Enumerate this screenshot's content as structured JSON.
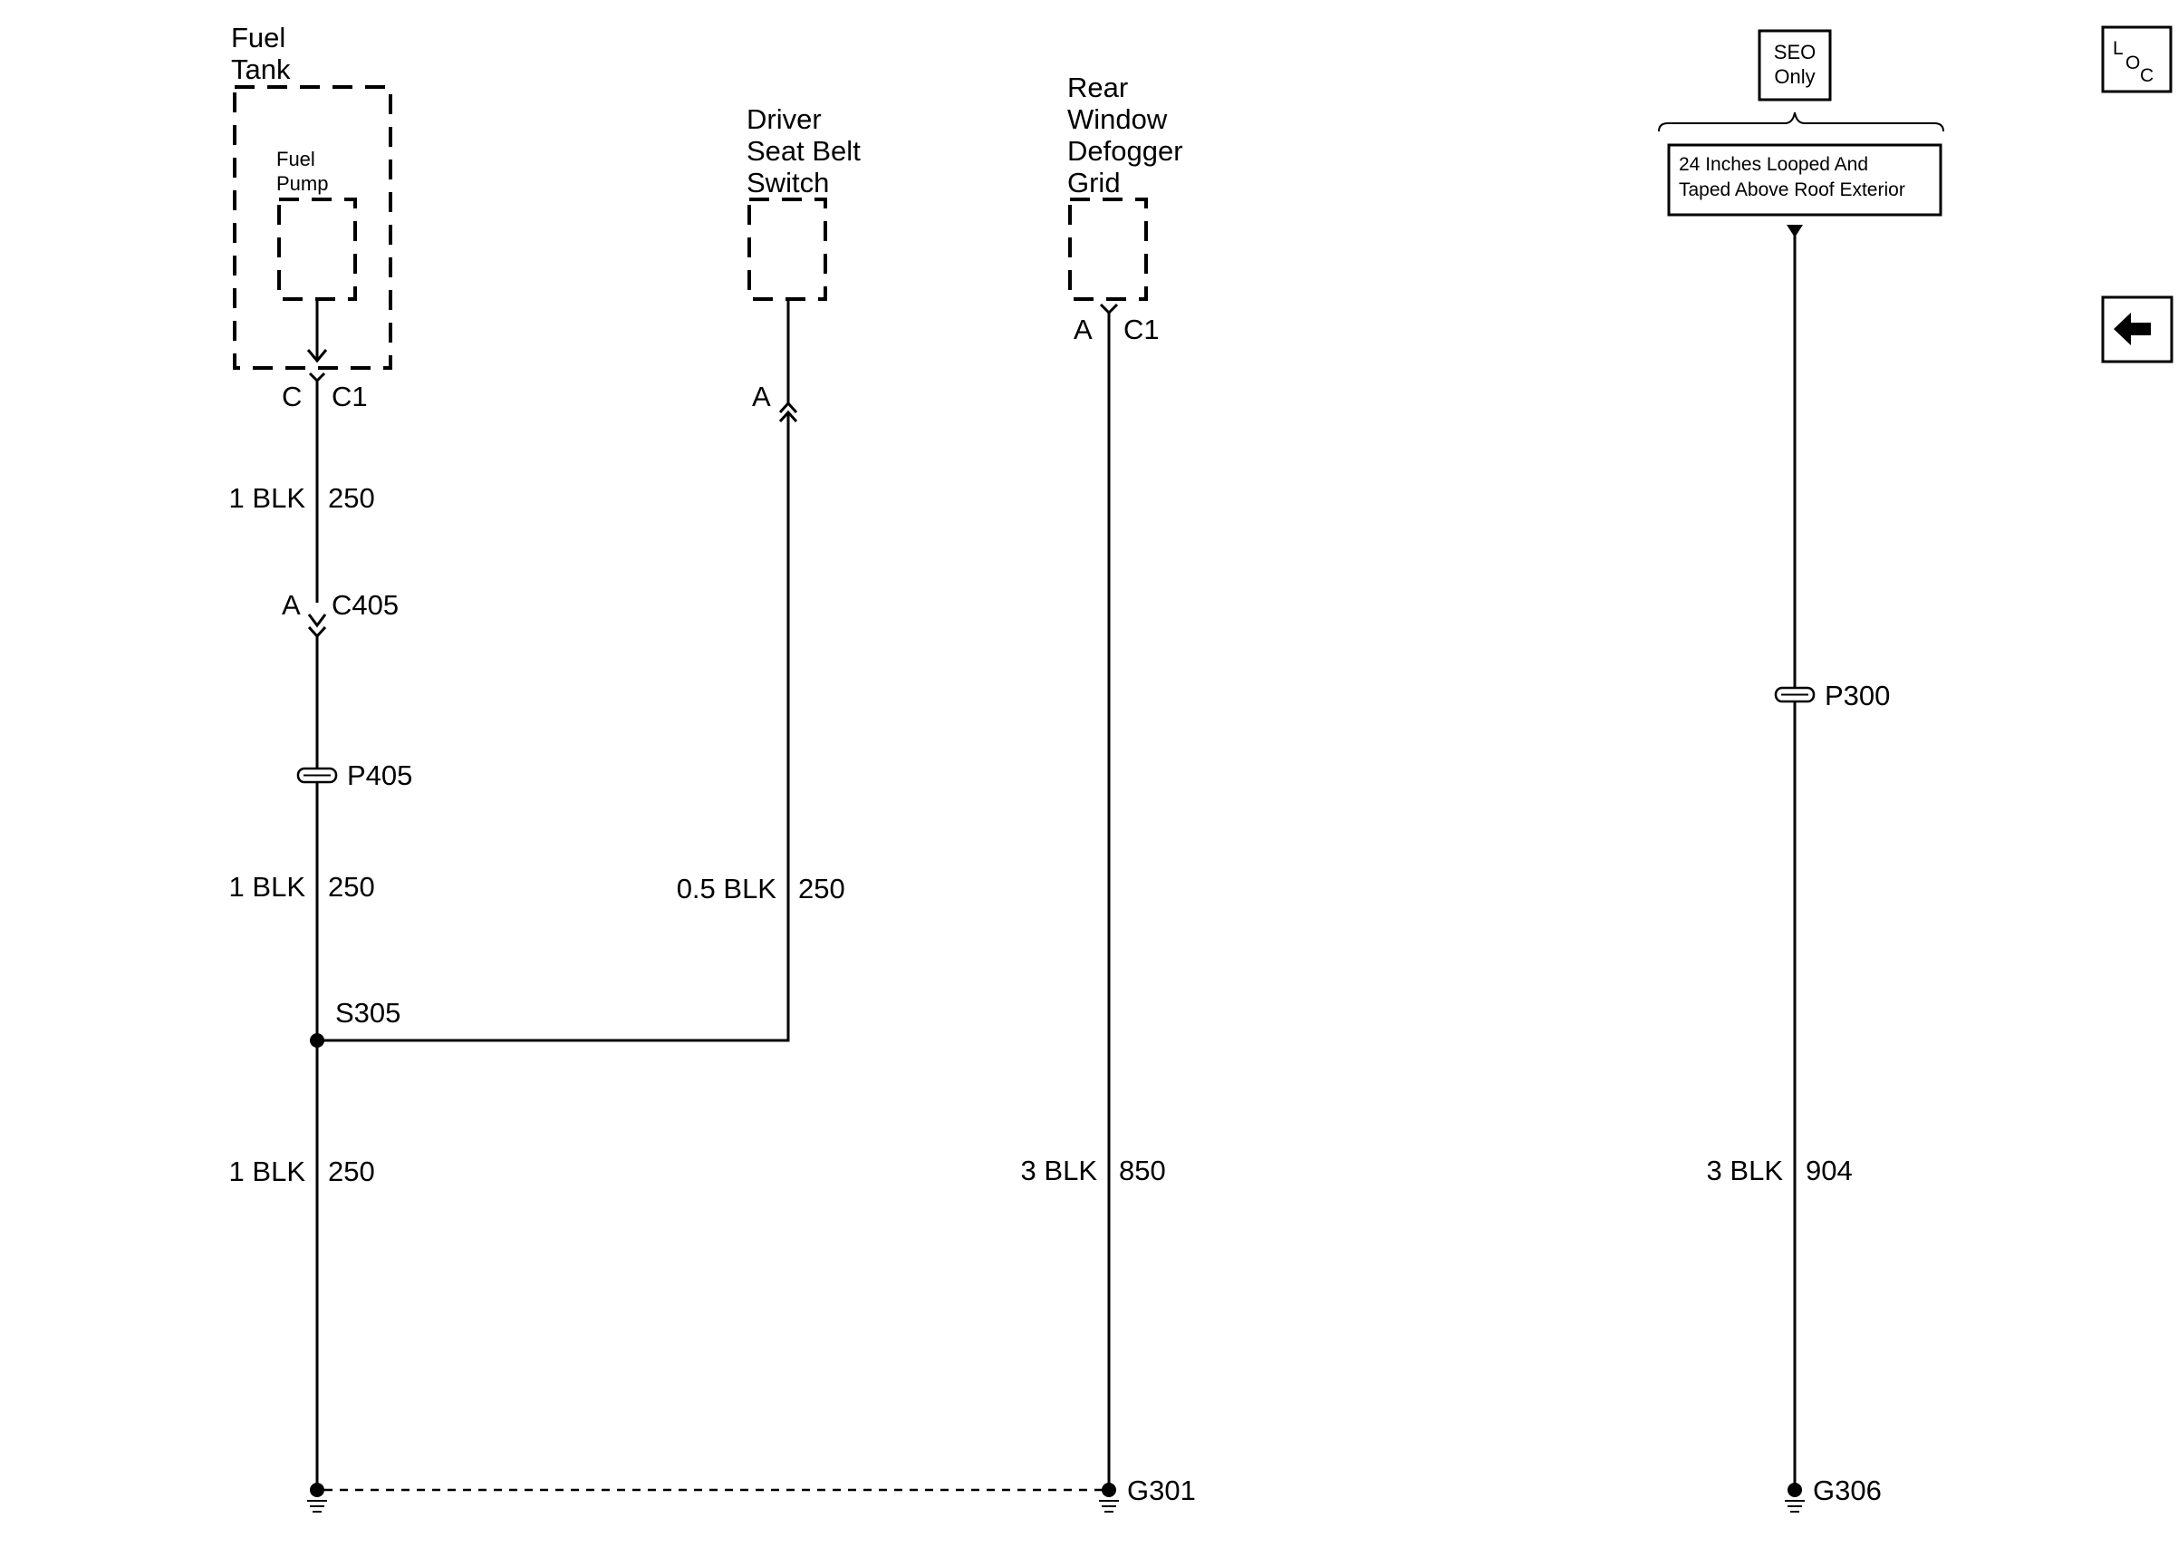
{
  "components": {
    "fuel_tank": {
      "line1": "Fuel",
      "line2": "Tank"
    },
    "fuel_pump": {
      "line1": "Fuel",
      "line2": "Pump"
    },
    "seat_belt_switch": {
      "line1": "Driver",
      "line2": "Seat Belt",
      "line3": "Switch"
    },
    "defogger": {
      "line1": "Rear",
      "line2": "Window",
      "line3": "Defogger",
      "line4": "Grid"
    },
    "seo": {
      "line1": "SEO",
      "line2": "Only"
    },
    "note": {
      "line1": "24 Inches Looped And",
      "line2": "Taped Above Roof Exterior"
    }
  },
  "connectors": {
    "fuel_pump_pin": "C",
    "fuel_pump_conn": "C1",
    "c405_pin": "A",
    "c405_conn": "C405",
    "seat_belt_pin": "A",
    "defogger_pin": "A",
    "defogger_conn": "C1"
  },
  "wires": {
    "w1_size": "1 BLK",
    "w1_circuit": "250",
    "w2_size": "1 BLK",
    "w2_circuit": "250",
    "w3_size": "1 BLK",
    "w3_circuit": "250",
    "w4_size": "0.5 BLK",
    "w4_circuit": "250",
    "w5_size": "3 BLK",
    "w5_circuit": "850",
    "w6_size": "3 BLK",
    "w6_circuit": "904"
  },
  "splices": {
    "p405": "P405",
    "s305": "S305",
    "p300": "P300"
  },
  "grounds": {
    "g301": "G301",
    "g306": "G306"
  },
  "nav": {
    "loc": {
      "l": "L",
      "o": "O",
      "c": "C"
    },
    "back_icon": "left-arrow-icon"
  }
}
